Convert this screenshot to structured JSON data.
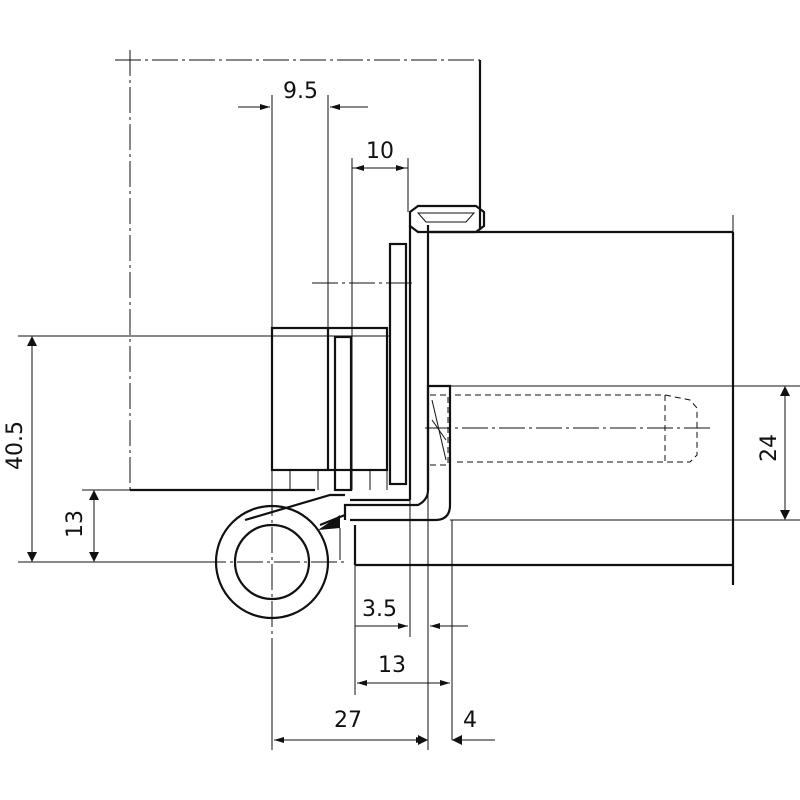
{
  "drawing": {
    "subject": "hinge-cross-section",
    "dimensions": {
      "d_9_5": "9.5",
      "d_10": "10",
      "d_40_5": "40.5",
      "d_13_left": "13",
      "d_24": "24",
      "d_3_5": "3.5",
      "d_13_bottom": "13",
      "d_27": "27",
      "d_4": "4"
    }
  }
}
